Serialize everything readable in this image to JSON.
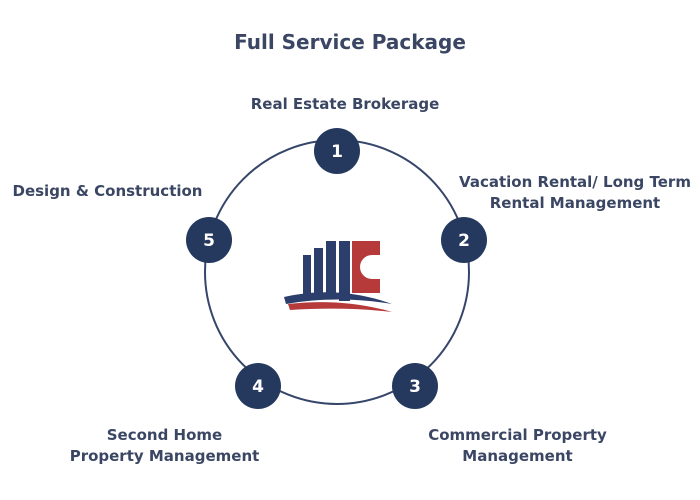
{
  "title": "Full Service Package",
  "colors": {
    "node_fill": "#25385e",
    "ring_stroke": "#36456a",
    "logo_blue": "#2b3e6c",
    "logo_red": "#b63a3a",
    "text": "#3a4663"
  },
  "logo": {
    "icon": "building-wave-logo-icon"
  },
  "nodes": [
    {
      "number": "1",
      "label_lines": [
        "Real Estate Brokerage"
      ]
    },
    {
      "number": "2",
      "label_lines": [
        "Vacation Rental/ Long Term",
        "Rental Management"
      ]
    },
    {
      "number": "3",
      "label_lines": [
        "Commercial Property",
        "Management"
      ]
    },
    {
      "number": "4",
      "label_lines": [
        "Second Home",
        "Property Management"
      ]
    },
    {
      "number": "5",
      "label_lines": [
        "Design & Construction"
      ]
    }
  ]
}
